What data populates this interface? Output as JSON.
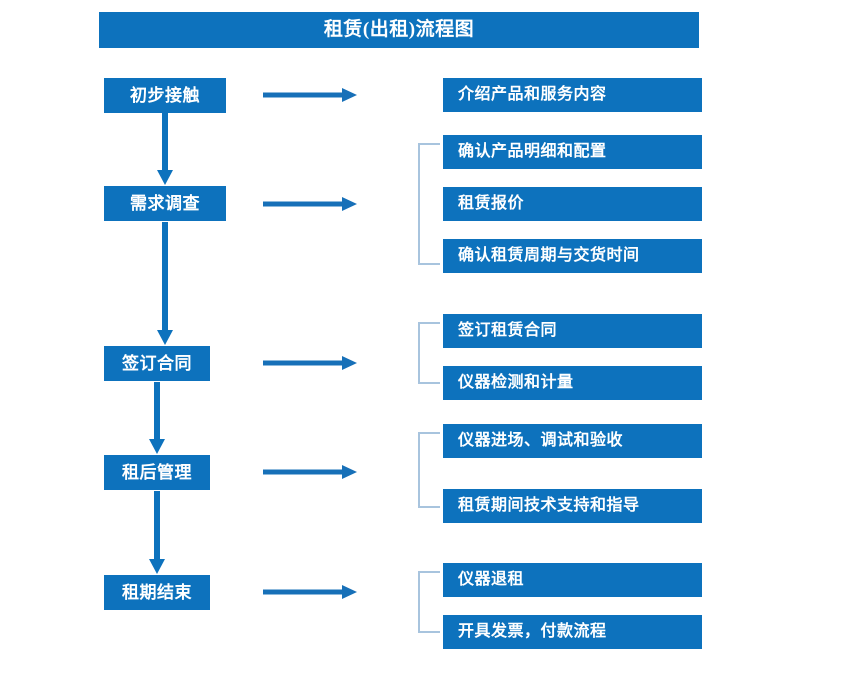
{
  "diagram": {
    "title": "租赁(出租)流程图",
    "accent_color": "#0d72bd",
    "bracket_color": "#a8c4de",
    "text_color": "#ffffff",
    "background_color": "#ffffff",
    "stages": [
      {
        "label": "初步接触"
      },
      {
        "label": "需求调查"
      },
      {
        "label": "签订合同"
      },
      {
        "label": "租后管理"
      },
      {
        "label": "租期结束"
      }
    ],
    "tasks": [
      {
        "label": "介绍产品和服务内容"
      },
      {
        "label": "确认产品明细和配置"
      },
      {
        "label": "租赁报价"
      },
      {
        "label": "确认租赁周期与交货时间"
      },
      {
        "label": "签订租赁合同"
      },
      {
        "label": "仪器检测和计量"
      },
      {
        "label": "仪器进场、调试和验收"
      },
      {
        "label": "租赁期间技术支持和指导"
      },
      {
        "label": "仪器退租"
      },
      {
        "label": "开具发票，付款流程"
      }
    ]
  }
}
